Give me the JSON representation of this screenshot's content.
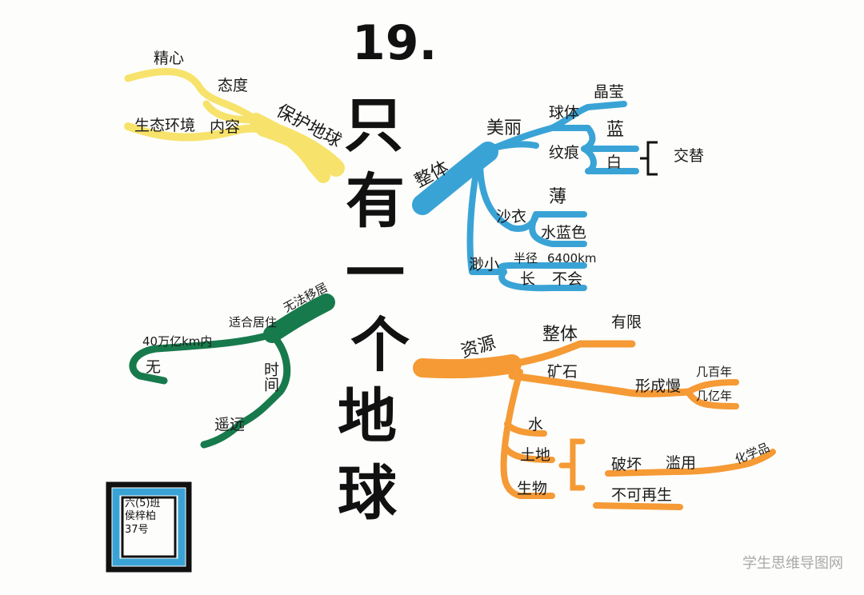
{
  "title": {
    "number": "19.",
    "chars": [
      "只",
      "有",
      "一",
      "个",
      "地",
      "球"
    ]
  },
  "colors": {
    "yellow": "#f7e36b",
    "blue": "#3aa3d6",
    "green": "#177a4c",
    "orange": "#f59a35",
    "frame_blue": "#3aa3d6",
    "ink": "#111111"
  },
  "yellow_branch": {
    "root": "保护地球",
    "attitude": "态度",
    "careful": "精心",
    "content": "内容",
    "eco": "生态环境"
  },
  "blue_branch": {
    "root": "整体",
    "beauty": "美丽",
    "sphere": "球体",
    "crystal": "晶莹",
    "texture": "纹痕",
    "blue": "蓝",
    "white": "白",
    "alternate": "交替",
    "sandcoat": "沙衣",
    "thin": "薄",
    "water_blue": "水蓝色",
    "small": "渺小",
    "radius": "半径",
    "radius_value": "6400km",
    "long": "长",
    "not": "不会"
  },
  "green_branch": {
    "root": "无法移居",
    "distance": "40万亿km内",
    "suitable": "适合居住",
    "none": "无",
    "time": "时间",
    "far": "遥远"
  },
  "orange_branch": {
    "root": "资源",
    "whole": "整体",
    "limited": "有限",
    "mineral": "矿石",
    "slow": "形成慢",
    "y1": "几百年",
    "y2": "几亿年",
    "water": "水",
    "land": "土地",
    "life": "生物",
    "destroy": "破坏",
    "abuse": "滥用",
    "chemical": "化学品",
    "renew": "不可再生"
  },
  "signature": {
    "line1": "六(5)班",
    "line2": "侯梓柏",
    "line3": "37号"
  },
  "watermark": "学生思维导图网"
}
